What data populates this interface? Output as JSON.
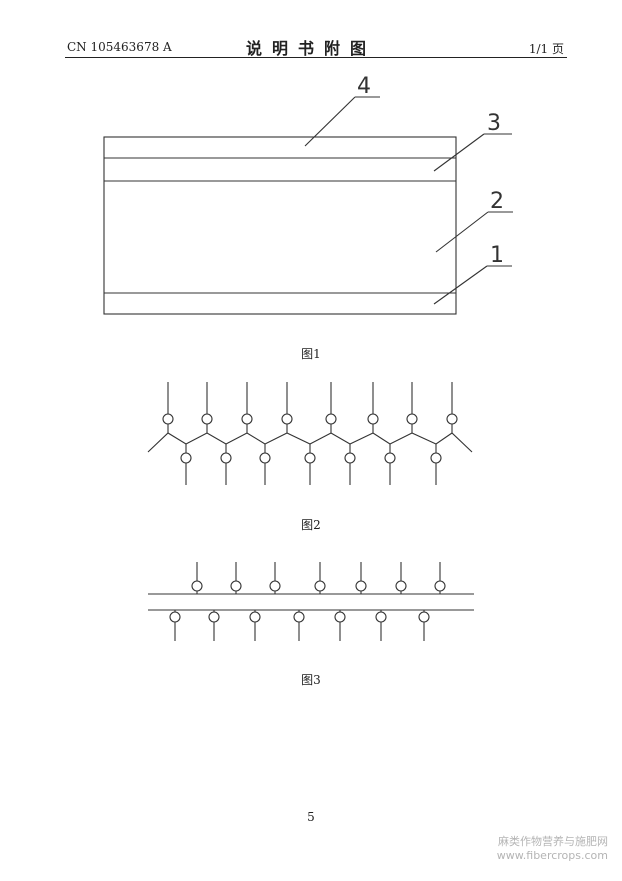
{
  "header": {
    "doc_number": "CN 105463678 A",
    "title": "说明书附图",
    "page_indicator": "1/1 页"
  },
  "figure1": {
    "caption": "图1",
    "layer_labels": [
      "4",
      "3",
      "2",
      "1"
    ]
  },
  "figure2": {
    "caption": "图2"
  },
  "figure3": {
    "caption": "图3"
  },
  "page_number": "5",
  "watermark": {
    "line1": "麻类作物营养与施肥网",
    "line2": "www.fibercrops.com"
  }
}
